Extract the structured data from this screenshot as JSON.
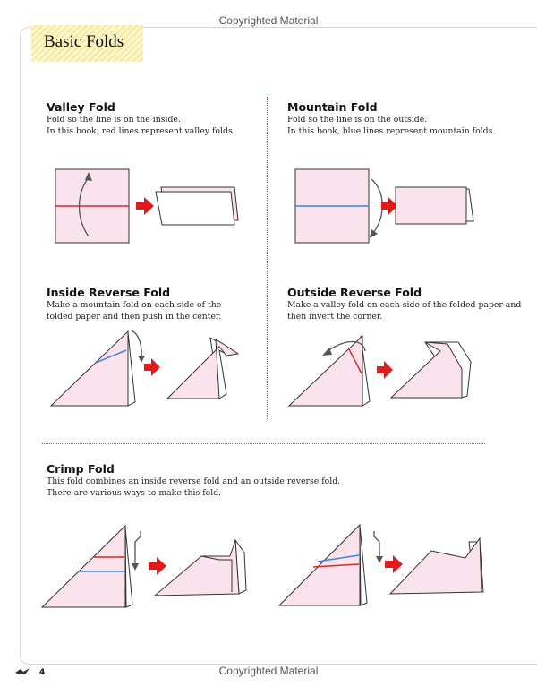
{
  "watermark": {
    "top": "Copyrighted Material",
    "bottom": "Copyrighted Material"
  },
  "page": {
    "title": "Basic Folds",
    "number": "4"
  },
  "sections": {
    "valley": {
      "title": "Valley Fold",
      "line1": "Fold so the line is on the inside.",
      "line2": "In this book, red lines represent valley folds."
    },
    "mountain": {
      "title": "Mountain Fold",
      "line1": "Fold so the line is on the outside.",
      "line2": "In this book, blue lines represent mountain folds."
    },
    "inside_reverse": {
      "title": "Inside Reverse Fold",
      "line1": "Make a mountain fold on each side of the",
      "line2": "folded paper and then push in the center."
    },
    "outside_reverse": {
      "title": "Outside Reverse Fold",
      "line1": "Make a valley fold on each side of the folded paper and",
      "line2": "then invert the corner."
    },
    "crimp": {
      "title": "Crimp Fold",
      "line1": "This fold combines an inside reverse fold and an outside reverse fold.",
      "line2": "There are various ways to make this fold."
    }
  },
  "colors": {
    "paper": "#fbe3ee",
    "valley_line": "#d42a2a",
    "mountain_line": "#3b86d6",
    "arrow": "#e01b1b",
    "title_box": "#f3ea9f",
    "divider": "#b54a4a"
  }
}
